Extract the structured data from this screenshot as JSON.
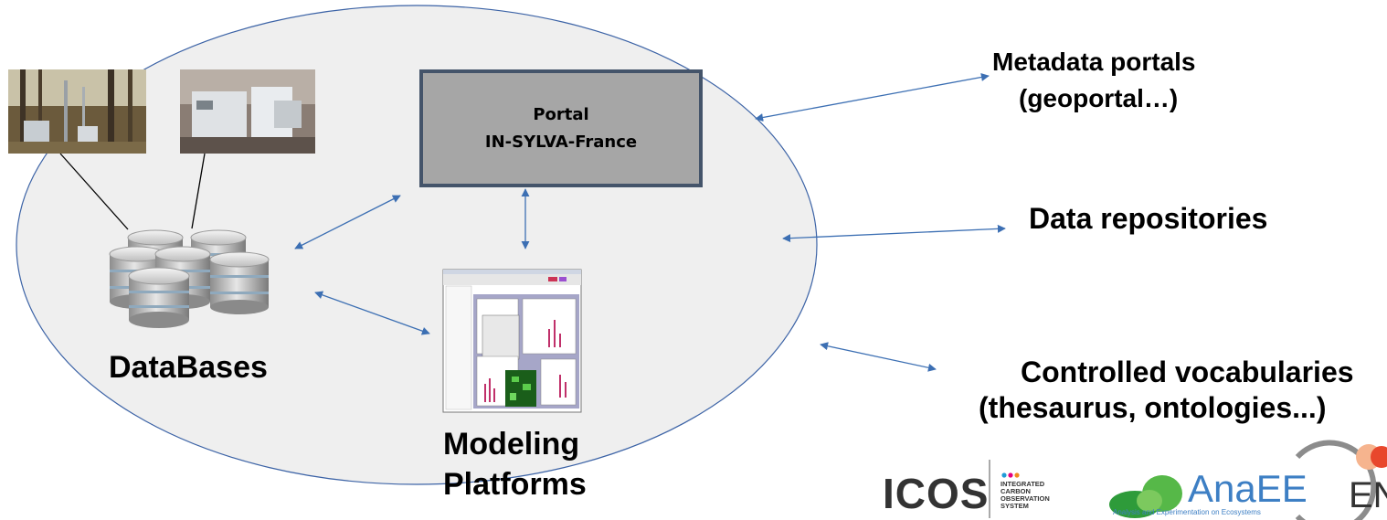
{
  "portal": {
    "line1": "Portal",
    "line2": "IN-SYLVA-France"
  },
  "labels": {
    "databases": "DataBases",
    "modeling_line1": "Modeling",
    "modeling_line2": "Platforms",
    "metadata_line1": "Metadata portals",
    "metadata_line2": "(geoportal…)",
    "repositories": "Data repositories",
    "vocab_line1": "Controlled vocabularies",
    "vocab_line2": "(thesaurus, ontologies...)"
  },
  "logos": {
    "icos_name": "ICOS",
    "icos_tag_line1": "INTEGRATED",
    "icos_tag_line2": "CARBON",
    "icos_tag_line3": "OBSERVATION",
    "icos_tag_line4": "SYSTEM",
    "anaee_name": "AnaEE",
    "anaee_tagline": "Analysis and Experimentation on Ecosystems",
    "third_partial": "EN"
  },
  "colors": {
    "ellipse_fill": "#efefef",
    "ellipse_stroke": "#3c63a6",
    "arrow": "#3c6fb3",
    "portal_fill": "#a6a6a6",
    "portal_border": "#44546a"
  }
}
